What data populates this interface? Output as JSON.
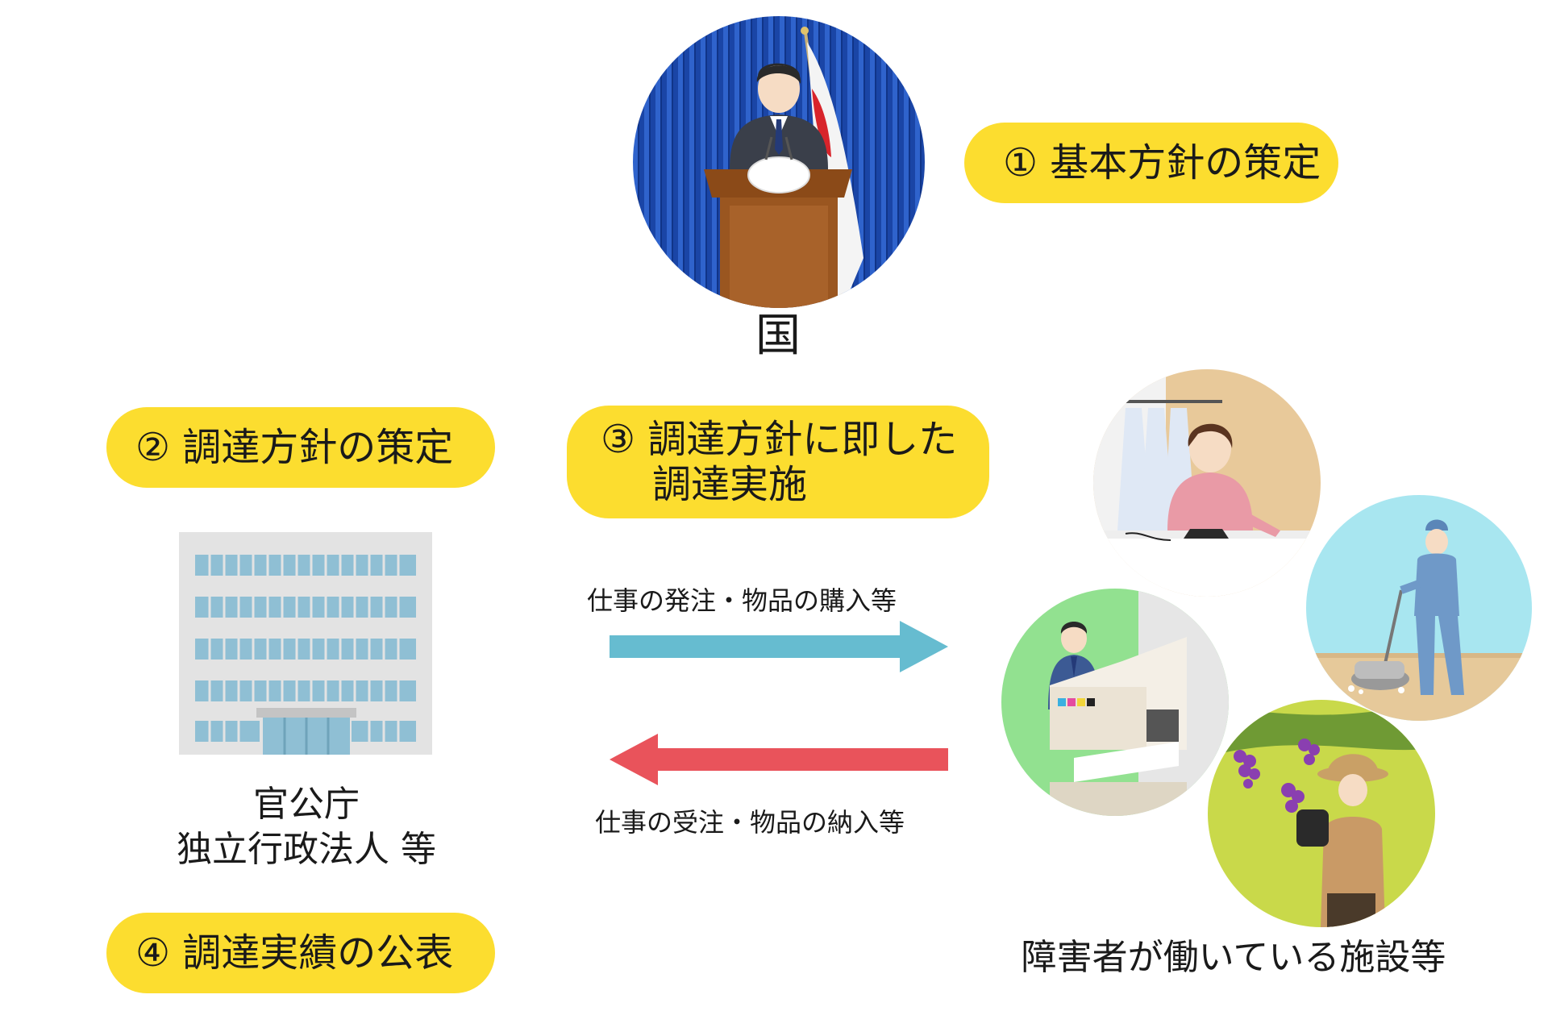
{
  "national": {
    "label": "国",
    "callout": "① 基本方針の策定"
  },
  "agencies": {
    "line1": "官公庁",
    "line2": "独立行政法人 等",
    "callout_top": "② 調達方針の策定",
    "callout_bottom": "④ 調達実績の公表"
  },
  "procurement": {
    "callout_line1": "③ 調達方針に即した",
    "callout_line2": "調達実施",
    "order_caption": "仕事の発注・物品の購入等",
    "delivery_caption": "仕事の受注・物品の納入等"
  },
  "facilities": {
    "label": "障害者が働いている施設等"
  },
  "colors": {
    "callout": "#fcdd2f",
    "order_arrow": "#66bcd0",
    "delivery_arrow": "#e9535b",
    "curtain": "#1f4fb0",
    "building": "#e3e3e3",
    "window": "#8fbfd4"
  }
}
